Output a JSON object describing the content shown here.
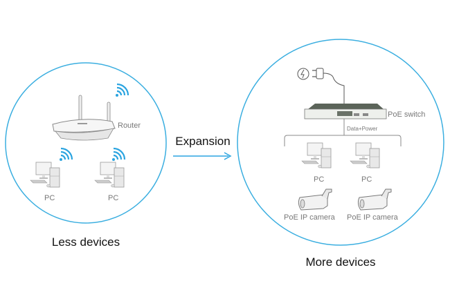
{
  "colors": {
    "circle": "#3aaee0",
    "wifi": "#2aa4e0",
    "arrow": "#2aa4e0",
    "device": "#cfcfcf",
    "outline": "#888888",
    "switch": "#6a7268"
  },
  "left": {
    "router_label": "Router",
    "pc1_label": "PC",
    "pc2_label": "PC",
    "caption": "Less devices"
  },
  "middle": {
    "arrow_label": "Expansion"
  },
  "right": {
    "switch_label": "PoE switch",
    "link_label": "Data+Power",
    "pc1_label": "PC",
    "pc2_label": "PC",
    "cam1_label": "PoE IP camera",
    "cam2_label": "PoE IP camera",
    "caption": "More devices"
  }
}
